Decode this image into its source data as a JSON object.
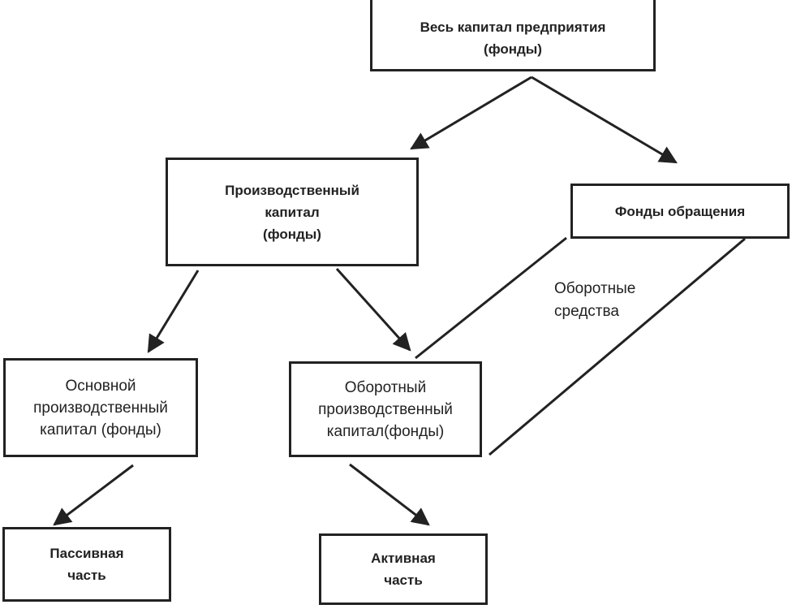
{
  "nodes": {
    "total_capital": {
      "label": "Весь капитал предприятия\n(фонды)"
    },
    "production_capital": {
      "label": "Производственный\nкапитал\n(фонды)"
    },
    "circulation_funds": {
      "label": "Фонды обращения"
    },
    "fixed_capital": {
      "label": "Основной\nпроизводственный\nкапитал (фонды)"
    },
    "working_capital": {
      "label": "Оборотный\nпроизводственный\nкапитал(фонды)"
    },
    "passive_part": {
      "label": "Пассивная\nчасть"
    },
    "active_part": {
      "label": "Активная\nчасть"
    }
  },
  "annotations": {
    "current_assets": "Оборотные\nсредства"
  },
  "colors": {
    "line": "#222222",
    "box_border": "#222222",
    "text": "#222222",
    "background": "#ffffff"
  }
}
